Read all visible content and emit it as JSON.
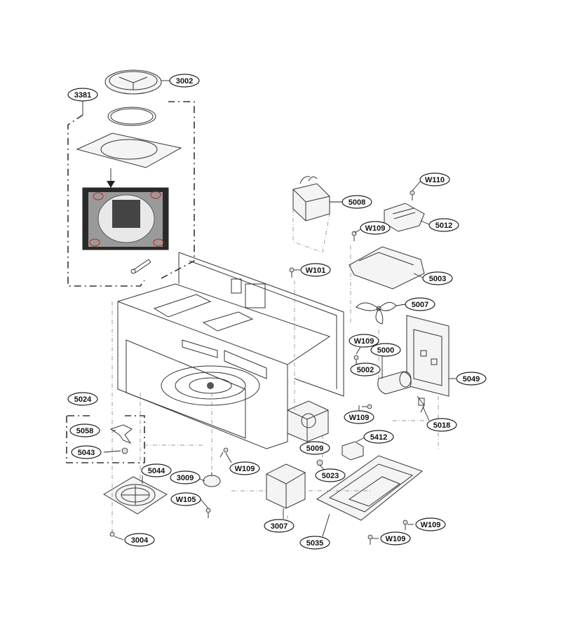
{
  "labels": [
    {
      "id": "3002",
      "text": "3002"
    },
    {
      "id": "3381",
      "text": "3381"
    },
    {
      "id": "5008",
      "text": "5008"
    },
    {
      "id": "W110",
      "text": "W110"
    },
    {
      "id": "5012",
      "text": "5012"
    },
    {
      "id": "W109a",
      "text": "W109"
    },
    {
      "id": "W101",
      "text": "W101"
    },
    {
      "id": "5003",
      "text": "5003"
    },
    {
      "id": "5007",
      "text": "5007"
    },
    {
      "id": "W109b",
      "text": "W109"
    },
    {
      "id": "5000",
      "text": "5000"
    },
    {
      "id": "5049",
      "text": "5049"
    },
    {
      "id": "5002",
      "text": "5002"
    },
    {
      "id": "5018",
      "text": "5018"
    },
    {
      "id": "W109c",
      "text": "W109"
    },
    {
      "id": "5024",
      "text": "5024"
    },
    {
      "id": "5058",
      "text": "5058"
    },
    {
      "id": "5043",
      "text": "5043"
    },
    {
      "id": "5009",
      "text": "5009"
    },
    {
      "id": "5412",
      "text": "5412"
    },
    {
      "id": "W109d",
      "text": "W109"
    },
    {
      "id": "5044",
      "text": "5044"
    },
    {
      "id": "3009",
      "text": "3009"
    },
    {
      "id": "5023",
      "text": "5023"
    },
    {
      "id": "W105",
      "text": "W105"
    },
    {
      "id": "3007",
      "text": "3007"
    },
    {
      "id": "W109e",
      "text": "W109"
    },
    {
      "id": "3004",
      "text": "3004"
    },
    {
      "id": "5035",
      "text": "5035"
    },
    {
      "id": "W109f",
      "text": "W109"
    }
  ],
  "colors": {
    "line": "#333333",
    "accent": "#cc2222"
  }
}
